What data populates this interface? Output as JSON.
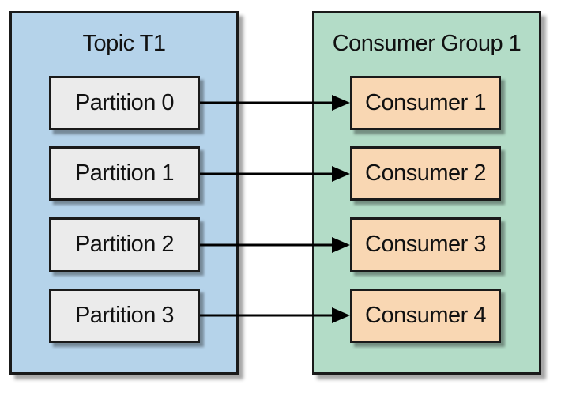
{
  "colors": {
    "topic_bg": "#b5d3ea",
    "consumer_group_bg": "#b3dcc7",
    "partition_bg": "#ebebeb",
    "consumer_bg": "#f9d7b3",
    "border": "#1a1a1a",
    "arrow": "#000000"
  },
  "topic": {
    "title": "Topic T1",
    "partitions": [
      "Partition 0",
      "Partition 1",
      "Partition 2",
      "Partition 3"
    ]
  },
  "consumer_group": {
    "title": "Consumer Group 1",
    "consumers": [
      "Consumer 1",
      "Consumer 2",
      "Consumer 3",
      "Consumer 4"
    ]
  },
  "edges": [
    {
      "from": "Partition 0",
      "to": "Consumer 1"
    },
    {
      "from": "Partition 1",
      "to": "Consumer 2"
    },
    {
      "from": "Partition 2",
      "to": "Consumer 3"
    },
    {
      "from": "Partition 3",
      "to": "Consumer 4"
    }
  ]
}
